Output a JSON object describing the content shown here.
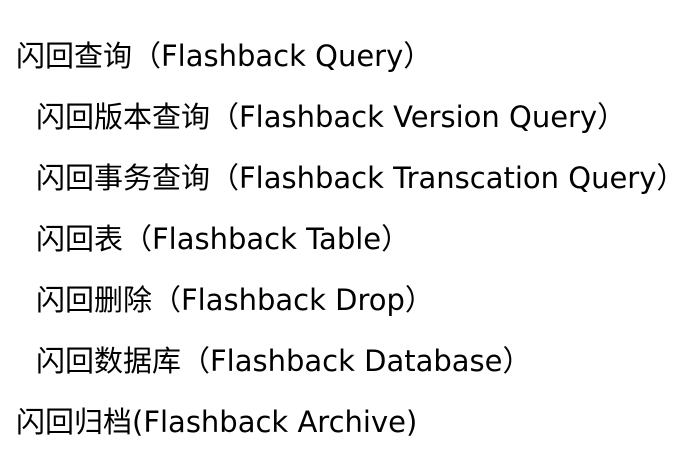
{
  "document": {
    "background_color": "#ffffff",
    "text_color": "#000000",
    "outline": {
      "items": [
        {
          "text": "闪回查询（Flashback Query）",
          "chinese": "闪回查询",
          "english": "Flashback Query",
          "level": 0,
          "bracket_style": "fullwidth"
        },
        {
          "text": "闪回版本查询（Flashback Version Query）",
          "chinese": "闪回版本查询",
          "english": "Flashback Version Query",
          "level": 1,
          "bracket_style": "fullwidth"
        },
        {
          "text": "闪回事务查询（Flashback Transcation Query）",
          "chinese": "闪回事务查询",
          "english": "Flashback Transcation Query",
          "level": 1,
          "bracket_style": "fullwidth"
        },
        {
          "text": "闪回表（Flashback Table）",
          "chinese": "闪回表",
          "english": "Flashback Table",
          "level": 1,
          "bracket_style": "fullwidth"
        },
        {
          "text": "闪回删除（Flashback Drop）",
          "chinese": "闪回删除",
          "english": "Flashback Drop",
          "level": 1,
          "bracket_style": "fullwidth"
        },
        {
          "text": "闪回数据库（Flashback Database）",
          "chinese": "闪回数据库",
          "english": "Flashback Database",
          "level": 1,
          "bracket_style": "fullwidth"
        },
        {
          "text": "闪回归档(Flashback Archive)",
          "chinese": "闪回归档",
          "english": "Flashback Archive",
          "level": 0,
          "bracket_style": "halfwidth"
        }
      ]
    }
  }
}
